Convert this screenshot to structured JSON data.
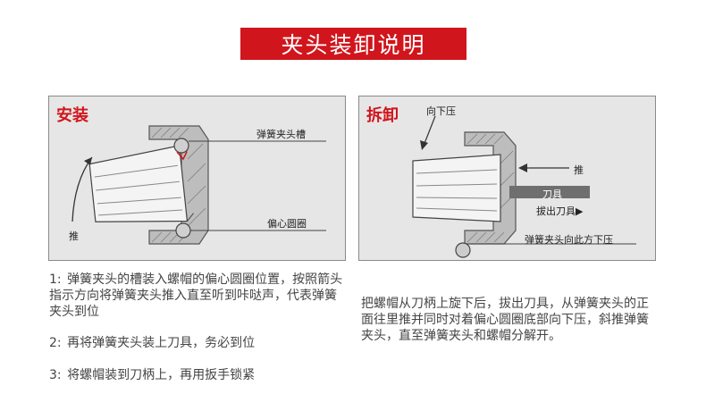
{
  "title": "夹头装卸说明",
  "install": {
    "heading": "安装",
    "label_groove": "弹簧夹头槽",
    "label_eccentric": "偏心圆圈",
    "label_push": "推"
  },
  "remove": {
    "heading": "拆卸",
    "label_press": "向下压",
    "label_push": "推",
    "label_tool": "刀具",
    "label_pull_tool": "拔出刀具▶",
    "label_collet_press": "弹簧夹头向此方下压"
  },
  "steps": [
    {
      "num": "1:",
      "text": "弹簧夹头的槽装入螺帽的偏心圆圈位置，按照箭头指示方向将弹簧夹头推入直至听到咔哒声，代表弹簧夹头到位"
    },
    {
      "num": "2:",
      "text": "再将弹簧夹头装上刀具，务必到位"
    },
    {
      "num": "3:",
      "text": "将螺帽装到刀柄上，再用扳手锁紧"
    }
  ],
  "remove_instructions": "把螺帽从刀柄上旋下后，拔出刀具，从弹簧夹头的正面往里推并同时对着偏心圆圈底部向下压，斜推弹簧夹头，直至弹簧夹头和螺帽分解开。",
  "colors": {
    "banner": "#d1151c",
    "panel_bg": "#e6e6e6",
    "heading_red": "#d1151c"
  }
}
